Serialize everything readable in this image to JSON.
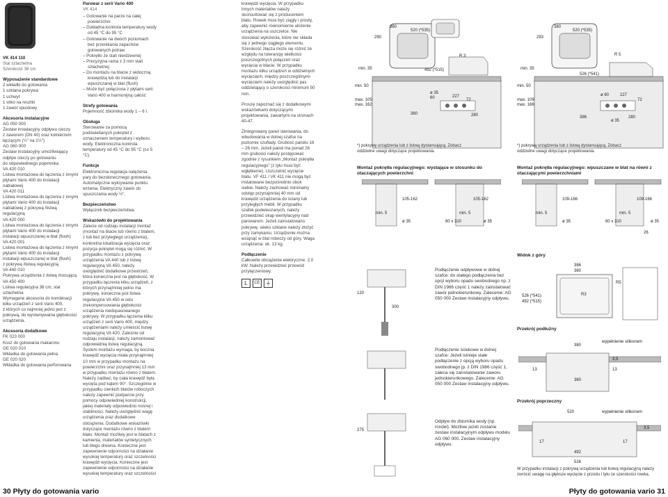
{
  "col1": {
    "model": "VK 414 110",
    "subtitle_lines": [
      "Stal szlachetna",
      "Szerokość 38 cm"
    ],
    "std_title": "Wyposażenie standardowe",
    "std_items": [
      "2   wkładki do gotowania",
      "1   szklana pokrywa",
      "1   uchwyt",
      "1   sitko na resztki",
      "1   zawór spustowy"
    ],
    "acc_title": "Akcesoria instalacyjne",
    "acc_lines": [
      "AG 050 000",
      "Zestaw instalacyjny odpływu cieczy",
      "z zaworem (DN 40) oraz kołnierzem",
      "łączącym (½\" na 1½\")",
      "AG 060 000",
      "Zestaw instalacyjny umożliwiający",
      "odpływ cieczy po gotowaniu",
      "do odpowiedniego pojemnika",
      "VA 420 010",
      "Listwa montażowa do łączenia z innymi",
      "płytami Vario 400 do instalacji",
      "nabiałowej",
      "VA 420 011",
      "Listwa montażowa do łączenia z innymi",
      "płytami Vario 400 do instalacji",
      "nabiałowej z pokrywą /listwą",
      "regulacyjną",
      "VA 420 000",
      "Listwa montażowa do łączenia z innymi",
      "płytami Vario 400 do instalacji",
      "instalacji wpuszczanej w blat (flush)",
      "VA 420 001",
      "Listwa montażowa do łączenia z innymi",
      "płytami Vario 400 do instalacji",
      "instalacji wpuszczanej w blat (flush)",
      "z pokrywą /listwą regulacyjną",
      "VA 440 010",
      "Pokrywa urządzenia z listwą mocującą",
      "VA 450 400",
      "Listwa regulacyjna 38 cm, stal",
      "szlachetna",
      "Wymagane akcesoria do kombinacji",
      "kilku urządzeń z serii Vario 400,",
      "z których co najmniej jedno jest z",
      "pokrywą, do wyrównywania głębokości",
      "urządzenia."
    ],
    "opt_title": "Akcesoria dodatkowe",
    "opt_lines": [
      "FK 023 000",
      "Kosz do gotowania makaronu",
      "GE 020 010",
      "Wkładka do gotowania pełna",
      "GE 020 020",
      "Wkładka do gotowania perforowana"
    ]
  },
  "col2": {
    "title": "Parowar z serii Vario 400",
    "model": "VK 414",
    "features": [
      "Gotowanie na parze na całej powierzchni",
      "Dokładna kontrola temperatury wody od 45 °C do 95 °C",
      "Gotowanie na dwóch poziomach bez przenikania zapachów gotowanych potraw",
      "Pokrętło ze stali nierdzewnej",
      "Precyzyjna rama z 3 mm stali szlachetnej",
      "Do montażu na blacie z widoczną krawędzią lub do instalacji wpuszczanej w blat (flush)",
      "Może być połączona z płytami serii Vario 400 w harmonijną całość"
    ],
    "zone_title": "Strefy gotowania",
    "zone_text": "Pojemność zbiornika wody 1 – 6 l.",
    "op_title": "Obsługa",
    "op_text": "Sterowanie za pomocą podświetlanych pokręteł z oznaczeniem temperatury i wyboru wody. Elektroniczna kontrola temperatury od 45 °C do 95 °C (co 5 °C).",
    "fn_title": "Funkcje",
    "fn_text": "Elektroniczna regulacja natężenia pary do bezsłonecznego gotowania. Automatyczne wykrywanie punktu wrzenia. Elektryczny zawór do spuszczania wody ½\".",
    "sec_title": "Bezpieczeństwo",
    "sec_text": "Wyłącznik bezpieczeństwa.",
    "plan_title": "Wskazówki do projektowania",
    "plan_text": "Zalecie od rodzaju instalacji montaż (montaż na blacie lub równo z blatem, z lub bez przyległego urządzenia), konkretna lokalizacja wycięcia oraz pozycja pokręteł mogą się różnić. W przypadku montażu z pokrywą urządzenia VA 440 lub z listwą regulacyjną VA 450, należy uwzględnić dodatkowe przestrzeń, która konieczna jest na głębokość. W przypadku łączenia kilku urządzeń, z których przynajmniej jedno ma pokrywę, konieczna jest listwa regulacyjna VA 450 w celu zrekompensowania głębokości urządzenia niedopasowanego pokrywy. W przypadku łączenia kilku urządzeń z serii Vario 400, między urządzeniami należy umieścić listwę regulacyjną VA 420. Zaleśnie od rodzaju instalacji, należy zamontować odpowiednią listwę regulacyjną. System montażu wymaga, by boczna krawędź wycięcia miała przynajmniej 10 mm w przypadku montażu na powierzchni oraz przynajmniej 13 mm w przypadku montażu równo z blatem. Należy zadbać, by ciała krawędź była wycięta pod kątem 90°. Szczególnie w przypadku cienkich blatów roboczych należy zapewnić podparcie przy pomocy odpowiedniej konstrukcji, jakiej materiały odpowiednio nośnej i stabilności. Należy uwzględnić wagę urządzenia oraz dodatkowe obciążenia. Dodatkowe wskazówki dotyczące montażu równo z blatem blatu: Montaż możliwy jest w blatach z kamienia, materiałów syntetycznych lub litego drewna. Konieczne jest zapewnienie odporności na działanie wysokiej temperatury oraz szczelności krawędzi wycięcia. Konieczne jest zapewnienie odporności na działanie wysokiej temperatury oraz szczelności"
  },
  "col3": {
    "text_a": "krawędzi wycięcia. W przypadku innych materiałów należy skonsultować się z producentem blatu. Rowek musi być ciągły i prosty, aby zapewnić równomierne ułożenie urządzenia na uszczelce. Nie stosować wyłożenia, które nie składa się z jednego ciągłego elementu. Szerokość złącza może się różnić ze względu na tolerancję wielkości poszczególnych połączeń oraz wycięcia w blacie. W przypadku montażu kilku urządzeń w oddzielnych wycięciach, między poszczególnymi wycięciami należy uwzględnić pas oddzielający o szerokości minimum 50 mm.",
    "text_b": "Proszę zapoznać się z dodatkowymi wskazówkami dotyczącymi projektowania, zawartymi na stronach 40-47.",
    "text_c": "Zintegrowany panel sterowania, do wbudowania w dolnej szafce na poziomie szuflady. Grubość panelu 16 – 26 mm. Jeżeli panel ma ponad 26 mm grubości należy postępować zgodnie z rysunkiem „Montaż pokrętła regulacyjnego” (z tyłu musi być wgłębienie). Uszczelnić wycięcie blatu. VF 411 / VK 411 nie mogą być instalowane bezpośrednio obok siebie. Należy zachować minimalny odstęp przynajmniej 40 mm od krawędzi urządzenia do ściany lub przyległych mebli. W przypadku szafek podwieszanych, należy przewidzieć okap wentylacyjny nad parowarem. Jeżeli zainstalowano pokrywę, wieko szklane należy złożyć przy zamykaniu. Urządzenie można wciąnąć w blat roboczy od góry. Waga urządzenia: ok. 13 kg.",
    "conn_title": "Podłączenie",
    "conn_text": "Całkowite obciążenie elektryczne: 2,0 kW. Należy przewidzieć przewód przyłączeniowy."
  },
  "drawings": {
    "note_left": "*) pokrywę urządzenia lub z listwą dystansującą. Zobacz oddzielne uwagi dotyczące projektowania.",
    "note_right": "*) pokrywą urządzenia lub z listwą dystansującą. Zobacz oddzielne uwagi dotyczące projektowania.",
    "knob_left": "Montaż pokrętła regulacyjnego: wystające w stosunku do otaczających powierzchni",
    "knob_right": "Montaż pokrętła regulacyjnego: wpuszczane w blat na równi z otaczającymi powierzchniami",
    "drain_a": "Podłączenie odpływowe w dolnej szafce: do stałego podłączenia bez opcji wyboru opadu swobodnego np. z DIN 1986 część 1 należy zainstalować zawór jednokierunkowy. Zalecenie: AG 050 000 Zestaw instalacyjny odpływu.",
    "drain_b": "Podłączenie ściekowe w dolnej szafce: Jeżeli istnieje stałe podłączenie z opcją wyboru opadu swobodnego jp. z DIN 1986 część 1, zaleca się zainstalowanie zaworu jednokierunkowego. Zalecenie: AG 050 000 Zestaw instalacyjny odpływu.",
    "drain_c": "Odpływ do zbiornika wody (np. rondel). Możliwe jeżeli zostanie zestaw instalacyjnym odpływu modelu AG 060 000. Zestaw instalacyjny odpływu.",
    "top_view": "Widok z góry",
    "long_section": "Przekrój podłużny",
    "cross_section": "Przekrój poprzeczny",
    "bottom_note": "W przypadku instalacji z pokrywą urządzenia lub listwą regulacyjną należy zwrócić uwagę na głębsze wycięcie z przodu i tyłu ze szerokości rowka."
  },
  "footer": {
    "left": "30 Płyty do gotowania vario",
    "right": "Płyty do gotowania vario 31"
  }
}
